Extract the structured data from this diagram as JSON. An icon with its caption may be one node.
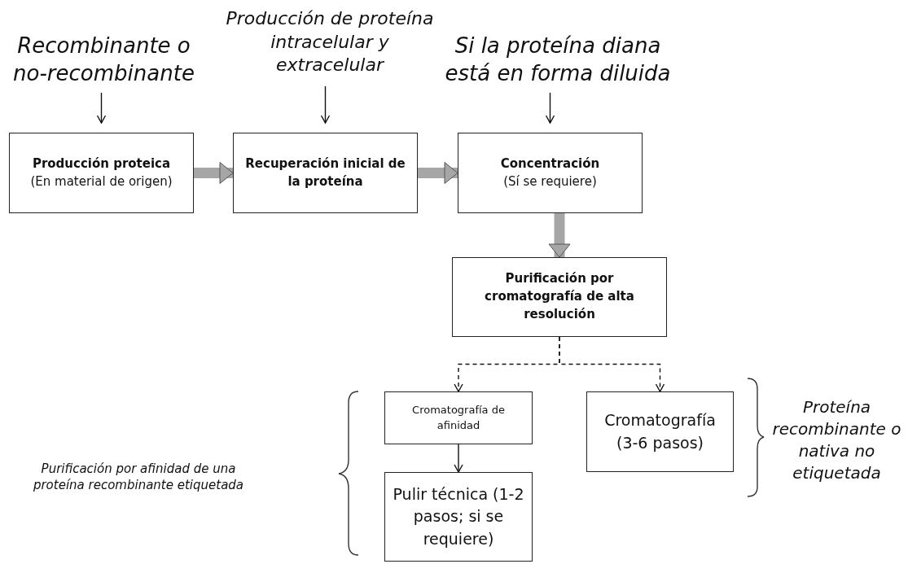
{
  "diagram": {
    "nodes": [
      {
        "text": [
          "Recombinante o no-recombinante"
        ]
      },
      {
        "text": [
          "Producción de proteína intracelular y extracelular"
        ]
      },
      {
        "text": [
          "Si la proteína diana está en forma diluida"
        ]
      },
      {
        "text": [
          "Producción proteica",
          "(En material de origen)"
        ]
      },
      {
        "text": [
          "Recuperación inicial de la proteína"
        ]
      },
      {
        "text": [
          "Concentración",
          "(Sí se requiere)"
        ]
      },
      {
        "text": [
          "Purificación por cromatografía de alta resolución"
        ]
      },
      {
        "text": [
          "Cromatografía de afinidad"
        ]
      },
      {
        "text": [
          "Pulir técnica (1-2 pasos; si se requiere)"
        ]
      },
      {
        "text": [
          "Cromatografía (3-6 pasos)"
        ]
      }
    ],
    "edges": [
      {
        "from": 0,
        "to": 3,
        "arrow": "to"
      },
      {
        "from": 1,
        "to": 4,
        "arrow": "to"
      },
      {
        "from": 2,
        "to": 5,
        "arrow": "to"
      },
      {
        "from": 3,
        "to": 4,
        "arrow": "to",
        "style": "thick",
        "color": "#a6a6a6"
      },
      {
        "from": 4,
        "to": 5,
        "arrow": "to",
        "style": "thick",
        "color": "#a6a6a6"
      },
      {
        "from": 5,
        "to": 6,
        "arrow": "to",
        "style": "thick",
        "color": "#a6a6a6"
      },
      {
        "from": 6,
        "to": 7,
        "arrow": "to",
        "style": "dashed"
      },
      {
        "from": 6,
        "to": 9,
        "arrow": "to",
        "style": "dashed"
      },
      {
        "from": 7,
        "to": 8,
        "arrow": "to"
      }
    ],
    "labels": [
      "Purificación por afinidad de una proteína recombinante etiquetada",
      "Proteína recombinante o nativa no etiquetada"
    ]
  }
}
